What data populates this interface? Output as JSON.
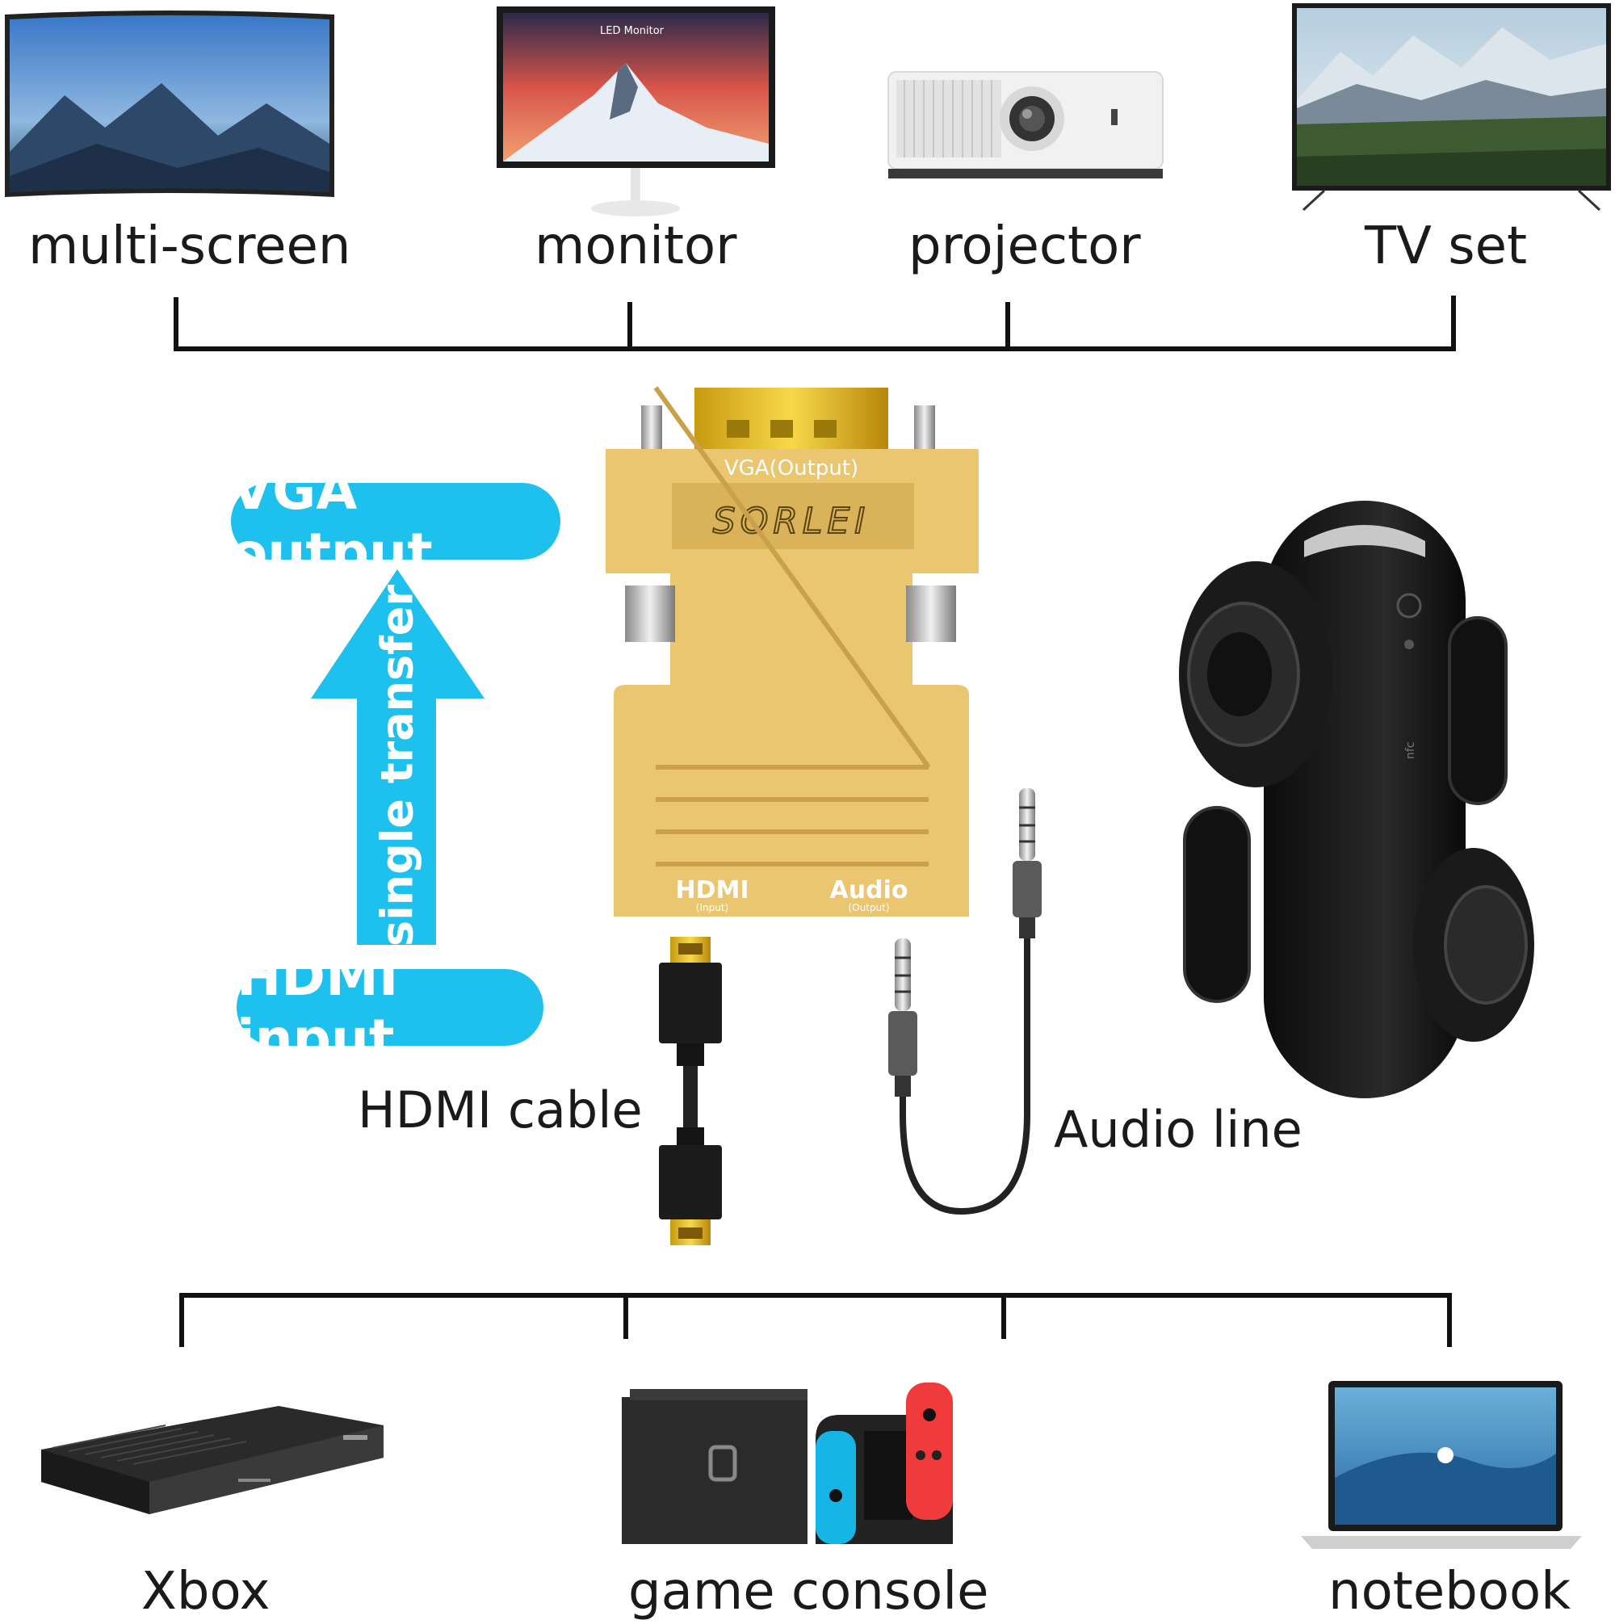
{
  "top_devices": [
    {
      "id": "multi-screen",
      "label": "multi-screen"
    },
    {
      "id": "monitor",
      "label": "monitor",
      "screen_brand": "LED Monitor"
    },
    {
      "id": "projector",
      "label": "projector"
    },
    {
      "id": "tv-set",
      "label": "TV set"
    }
  ],
  "adapter": {
    "top_label": "VGA(Output)",
    "brand": "SORLEI",
    "hdmi_port_label": "HDMI",
    "hdmi_port_sub": "(Input)",
    "audio_port_label": "Audio",
    "audio_port_sub": "(Output)"
  },
  "flow": {
    "output_label": "VGA output",
    "arrow_label": "single transfer",
    "input_label": "HDMI input"
  },
  "cables": {
    "hdmi_label": "HDMI cable",
    "audio_label": "Audio line"
  },
  "speaker": {
    "nfc_label": "nfc"
  },
  "bottom_devices": [
    {
      "id": "xbox",
      "label": "Xbox"
    },
    {
      "id": "game-console",
      "label": "game console"
    },
    {
      "id": "notebook",
      "label": "notebook"
    }
  ],
  "colors": {
    "accent": "#1ec0ee",
    "adapter_gold": "#e9c66f",
    "line": "#111111"
  }
}
